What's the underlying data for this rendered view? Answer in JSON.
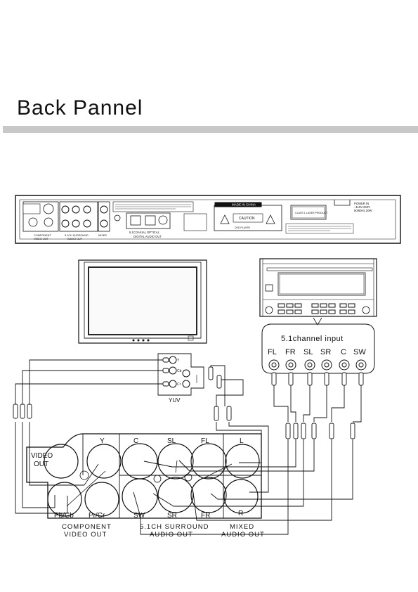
{
  "title": "Back Pannel",
  "player": {
    "made_in": "MADE IN CHINA",
    "caution": "CAUTION",
    "class1": "CLASS 1 LASER PRODUCT",
    "power": "POWER IN",
    "volt": "~110V-240V",
    "hz": "50/60Hz 20W",
    "coaxial_optical": "5.1COAXIAL  OPTICAL",
    "digital_audio": "DIGITAL AUDIO OUT",
    "component": "COMPONENT",
    "video_out_small": "VIDEO OUT",
    "surround_small": "5.1CH SURROUND",
    "audio_out_small": "AUDIO OUT",
    "mixed_small": "MIXED",
    "player_model": "DVD PLAYER"
  },
  "tv": {
    "yuv": "YUV",
    "y": "Y",
    "cb": "Cb",
    "cr": "Cr"
  },
  "receiver": {
    "input_title": "5.1channel input",
    "channels": [
      "FL",
      "FR",
      "SL",
      "SR",
      "C",
      "SW"
    ]
  },
  "panel": {
    "video_out": [
      "VIDEO",
      "OUT"
    ],
    "y": "Y",
    "pb_cb": "Pb/Cb",
    "pr_cr": "Pr/Cr",
    "c": "C",
    "sl": "SL",
    "fl": "FL",
    "sw": "SW",
    "sr": "SR",
    "fr": "FR",
    "l": "L",
    "r": "R",
    "component_label": [
      "COMPONENT",
      "VIDEO OUT"
    ],
    "surround_label": [
      "5.1CH SURROUND",
      "AUDIO OUT"
    ],
    "mixed_label": [
      "MIXED",
      "AUDIO OUT"
    ]
  }
}
